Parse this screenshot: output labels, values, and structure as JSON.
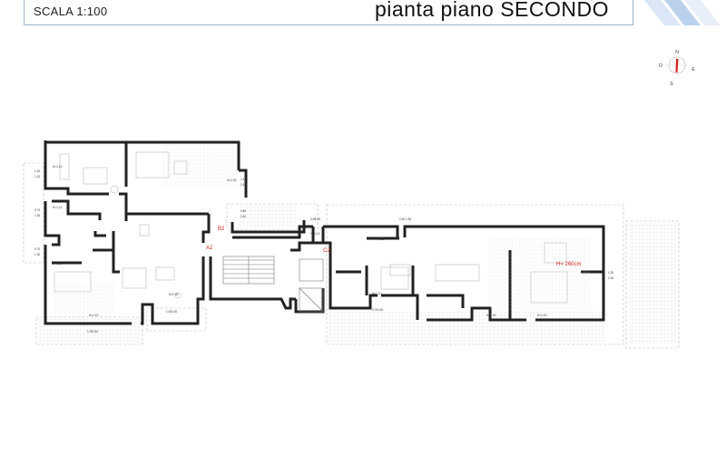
{
  "header": {
    "scale": "SCALA 1:100",
    "title": "pianta piano SECONDO"
  },
  "compass": {
    "n": "N",
    "o": "O",
    "e": "E",
    "s": "S"
  },
  "plan": {
    "stairs": [
      "A2",
      "B2",
      "C2"
    ],
    "height_note": "H= 260cm",
    "dims": {
      "d1": "1.20",
      "d2": "1.20",
      "d3": "0.70",
      "d4": "1.30",
      "d5": "0.70",
      "d6": "1.30",
      "d7": "1.40",
      "d8": "2.40",
      "d9": "0.80",
      "d10": "2.40",
      "d11": "0.90",
      "d12": "1.50",
      "d13": "0.90",
      "d14": "1.50",
      "d15": "1.20",
      "d16": "2.30",
      "d17": "1.00",
      "d18": "2.40",
      "d19": "1.20",
      "d20": "2.40",
      "d21": "0.70",
      "d22": "1.40",
      "h1": "H=1.10",
      "h2": "H=1.10",
      "h3": "H=2.00",
      "h4": "H=1.10",
      "h5": "H=1.10",
      "h6": "H=2.00",
      "h7": "H=1.10",
      "h8": "H=1.10",
      "h9": "H=1.10",
      "h10": "H=2.00",
      "h11": "H=1.10",
      "h12": "H=1.10"
    }
  }
}
